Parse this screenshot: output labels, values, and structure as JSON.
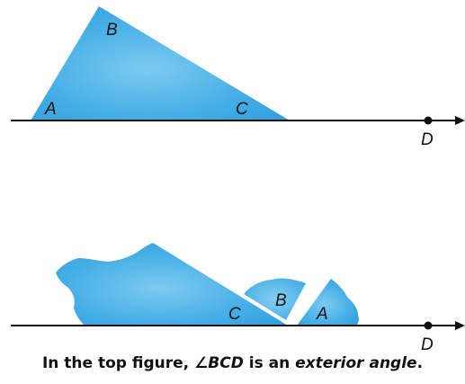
{
  "top_figure": {
    "vertex_labels": {
      "a": "A",
      "b": "B",
      "c": "C",
      "d": "D"
    }
  },
  "bottom_figure": {
    "vertex_labels": {
      "c": "C",
      "b": "B",
      "a": "A",
      "d": "D"
    }
  },
  "caption": {
    "prefix": "In the top figure, ",
    "angle_symbol": "∠",
    "angle_name": "BCD",
    "middle": " is an ",
    "term": "exterior angle",
    "suffix": "."
  },
  "colors": {
    "fill": "#3aa7e3",
    "fill_light": "#78c8ef",
    "line": "#111111",
    "gap": "#d8d8d8"
  }
}
